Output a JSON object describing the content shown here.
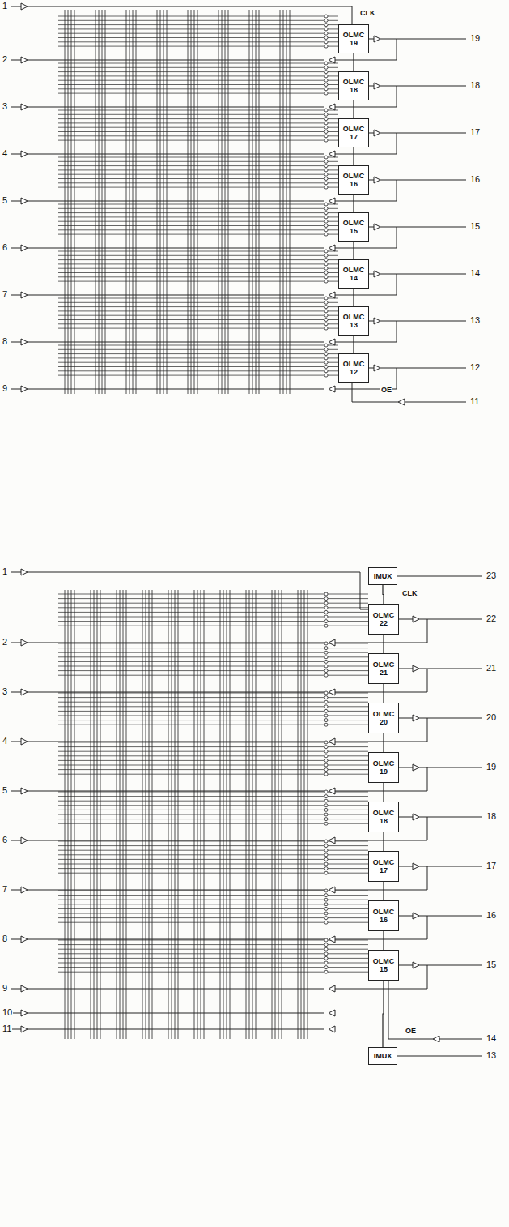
{
  "diagram": {
    "nodes": [
      {
        "text": [
          "OLMC 19"
        ]
      },
      {
        "text": [
          "OLMC 18"
        ]
      },
      {
        "text": [
          "OLMC 17"
        ]
      },
      {
        "text": [
          "OLMC 16"
        ]
      },
      {
        "text": [
          "OLMC 15"
        ]
      },
      {
        "text": [
          "OLMC 14"
        ]
      },
      {
        "text": [
          "OLMC 13"
        ]
      },
      {
        "text": [
          "OLMC 12"
        ]
      },
      {
        "text": [
          "IMUX"
        ]
      },
      {
        "text": [
          "OLMC 22"
        ]
      },
      {
        "text": [
          "OLMC 21"
        ]
      },
      {
        "text": [
          "OLMC 20"
        ]
      },
      {
        "text": [
          "OLMC 19"
        ]
      },
      {
        "text": [
          "OLMC 18"
        ]
      },
      {
        "text": [
          "OLMC 17"
        ]
      },
      {
        "text": [
          "OLMC 16"
        ]
      },
      {
        "text": [
          "OLMC 15"
        ]
      },
      {
        "text": [
          "IMUX"
        ]
      }
    ],
    "edges": [
      {
        "from": 0,
        "to": 1,
        "arrow": "none"
      },
      {
        "from": 1,
        "to": 2,
        "arrow": "none"
      },
      {
        "from": 2,
        "to": 3,
        "arrow": "none"
      },
      {
        "from": 3,
        "to": 4,
        "arrow": "none"
      },
      {
        "from": 4,
        "to": 5,
        "arrow": "none"
      },
      {
        "from": 5,
        "to": 6,
        "arrow": "none"
      },
      {
        "from": 6,
        "to": 7,
        "arrow": "none"
      },
      {
        "from": 8,
        "to": 9,
        "arrow": "none"
      },
      {
        "from": 9,
        "to": 10,
        "arrow": "none"
      },
      {
        "from": 10,
        "to": 11,
        "arrow": "none"
      },
      {
        "from": 11,
        "to": 12,
        "arrow": "none"
      },
      {
        "from": 12,
        "to": 13,
        "arrow": "none"
      },
      {
        "from": 13,
        "to": 14,
        "arrow": "none"
      },
      {
        "from": 14,
        "to": 15,
        "arrow": "none"
      },
      {
        "from": 15,
        "to": 16,
        "arrow": "none"
      },
      {
        "from": 16,
        "to": 17,
        "arrow": "none"
      }
    ],
    "labels": [
      "1",
      "2",
      "3",
      "4",
      "5",
      "6",
      "7",
      "8",
      "9",
      "CLK",
      "19",
      "18",
      "17",
      "16",
      "15",
      "14",
      "13",
      "12",
      "11",
      "OE",
      "1",
      "2",
      "3",
      "4",
      "5",
      "6",
      "7",
      "8",
      "9",
      "10",
      "11",
      "CLK",
      "23",
      "22",
      "21",
      "20",
      "19",
      "18",
      "17",
      "16",
      "15",
      "14",
      "13",
      "OE"
    ]
  }
}
